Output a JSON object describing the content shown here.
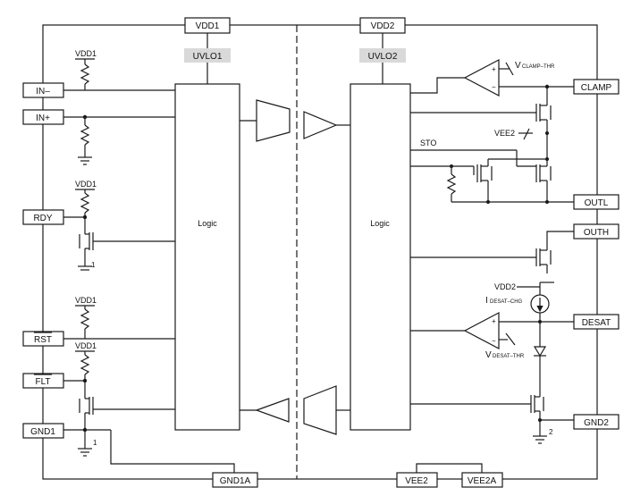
{
  "pins": {
    "vdd1": "VDD1",
    "vdd2": "VDD2",
    "in_minus": "IN–",
    "in_plus": "IN+",
    "rdy": "RDY",
    "rst": "RST",
    "flt": "FLT",
    "gnd1": "GND1",
    "gnd1a": "GND1A",
    "vee2": "VEE2",
    "vee2a": "VEE2A",
    "clamp": "CLAMP",
    "outl": "OUTL",
    "outh": "OUTH",
    "desat": "DESAT",
    "gnd2": "GND2"
  },
  "blocks": {
    "uvlo1": "UVLO1",
    "uvlo2": "UVLO2",
    "logic_left": "Logic",
    "logic_right": "Logic"
  },
  "labels": {
    "pullup_vdd1": "VDD1",
    "vdd2_source": "VDD2",
    "vee2_gate": "VEE2",
    "sto": "STO",
    "v_clamp": "V",
    "v_clamp_sub": "CLAMP–THR",
    "i_desat": "I",
    "i_desat_sub": "DESAT–CHG",
    "v_desat": "V",
    "v_desat_sub": "DESAT–THR",
    "ground_1a": "1",
    "ground_1b": "1",
    "ground_2": "2"
  }
}
